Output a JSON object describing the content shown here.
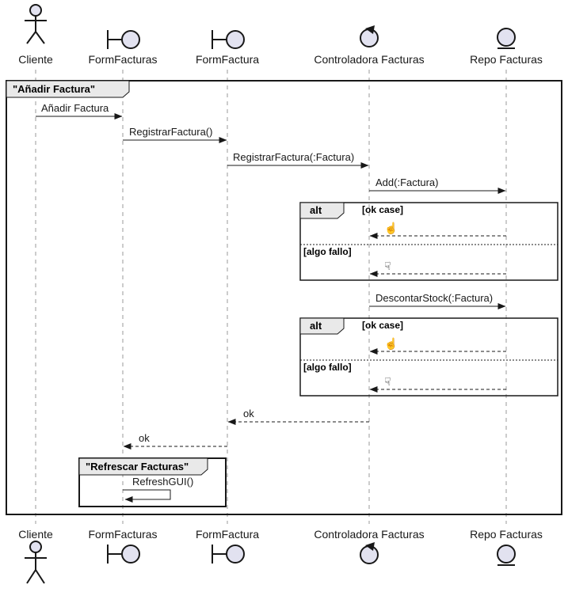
{
  "diagram": {
    "frames": {
      "outer": "\"Añadir Factura\"",
      "inner": "\"Refrescar Facturas\""
    },
    "participants": [
      {
        "name": "Cliente",
        "type": "actor"
      },
      {
        "name": "FormFacturas",
        "type": "boundary"
      },
      {
        "name": "FormFactura",
        "type": "boundary"
      },
      {
        "name": "Controladora Facturas",
        "type": "control"
      },
      {
        "name": "Repo Facturas",
        "type": "entity"
      }
    ],
    "messages": [
      {
        "label": "Añadir Factura",
        "from": "Cliente",
        "to": "FormFacturas",
        "style": "sync"
      },
      {
        "label": "RegistrarFactura()",
        "from": "FormFacturas",
        "to": "FormFactura",
        "style": "sync"
      },
      {
        "label": "RegistrarFactura(:Factura)",
        "from": "FormFactura",
        "to": "Controladora Facturas",
        "style": "sync"
      },
      {
        "label": "Add(:Factura)",
        "from": "Controladora Facturas",
        "to": "Repo Facturas",
        "style": "sync"
      },
      {
        "label": "DescontarStock(:Factura)",
        "from": "Controladora Facturas",
        "to": "Repo Facturas",
        "style": "sync"
      },
      {
        "label": "ok",
        "from": "Controladora Facturas",
        "to": "FormFactura",
        "style": "return"
      },
      {
        "label": "ok",
        "from": "FormFactura",
        "to": "FormFacturas",
        "style": "return"
      },
      {
        "label": "RefreshGUI()",
        "from": "FormFacturas",
        "to": "FormFacturas",
        "style": "self"
      }
    ],
    "fragments": [
      {
        "operator": "alt",
        "guard_ok": "[ok case]",
        "guard_fail": "[algo fallo]",
        "ok_icon": "☝",
        "fail_icon": "☟"
      },
      {
        "operator": "alt",
        "guard_ok": "[ok case]",
        "guard_fail": "[algo fallo]",
        "ok_icon": "☝",
        "fail_icon": "☟"
      }
    ],
    "colors": {
      "shape_fill": "#E2E2F0",
      "line": "#181818",
      "lifeline": "#999999",
      "frame_label_bg": "#E9E9E9"
    }
  }
}
